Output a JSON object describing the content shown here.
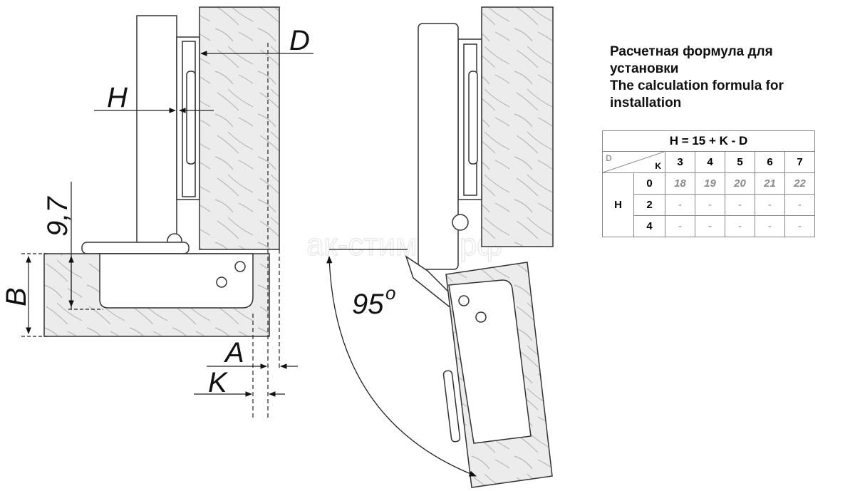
{
  "labels": {
    "D": "D",
    "H": "H",
    "height_97": "9,7",
    "B": "B",
    "A": "A",
    "K": "K",
    "angle": "95",
    "angle_unit": "o"
  },
  "watermark": "ак-стимул.рф",
  "formula": {
    "title_ru": "Расчетная формула для установки",
    "title_en": "The calculation formula for installation",
    "equation": "H = 15 + K - D",
    "corner_d": "D",
    "corner_k": "K",
    "row_header": "H",
    "k_values": [
      "3",
      "4",
      "5",
      "6",
      "7"
    ],
    "rows": [
      {
        "d": "0",
        "values": [
          "18",
          "19",
          "20",
          "21",
          "22"
        ]
      },
      {
        "d": "2",
        "values": [
          "-",
          "-",
          "-",
          "-",
          "-"
        ]
      },
      {
        "d": "4",
        "values": [
          "-",
          "-",
          "-",
          "-",
          "-"
        ]
      }
    ]
  },
  "colors": {
    "wood": "#e8e8e8",
    "line": "#333333",
    "value_grey": "#8a8a8a"
  }
}
